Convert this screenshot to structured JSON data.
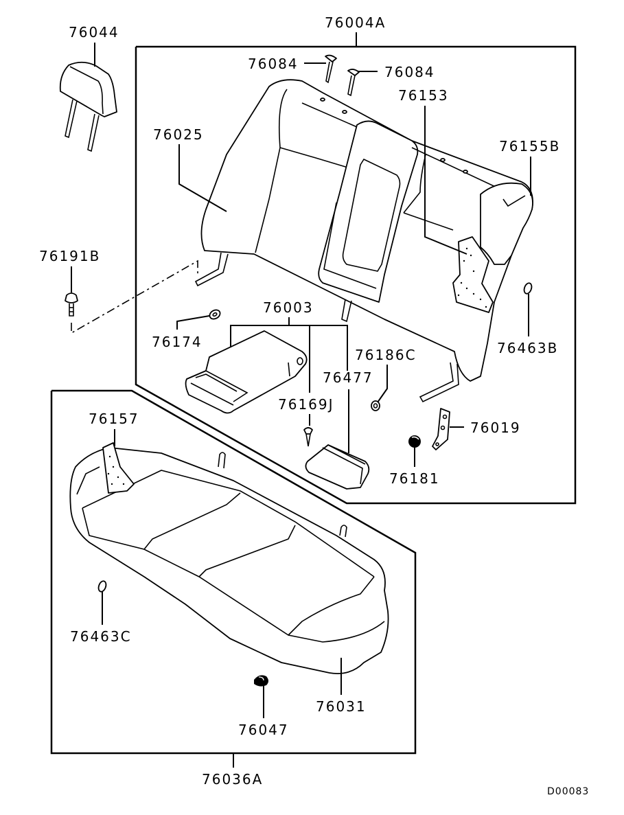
{
  "diagram": {
    "title": "Rear seat exploded parts diagram",
    "drawing_code": "D00083",
    "part_labels": {
      "headrest": "76044",
      "seatback_assy": "76004A",
      "bolt_left": "76084",
      "bolt_right": "76084",
      "hook_76153": "76153",
      "seatback_cover_left": "76025",
      "side_bolster": "76155B",
      "bolt_76191B": "76191B",
      "bushing": "76174",
      "armrest_assy": "76003",
      "clip_76186C": "76186C",
      "armrest_lid": "76477",
      "screw_76169J": "76169J",
      "bracket": "76019",
      "nut_76181": "76181",
      "ring_76463B": "76463B",
      "cushion_hook": "76157",
      "ring_76463C": "76463C",
      "cushion_cover": "76031",
      "clip_76047": "76047",
      "cushion_assy": "76036A"
    }
  }
}
